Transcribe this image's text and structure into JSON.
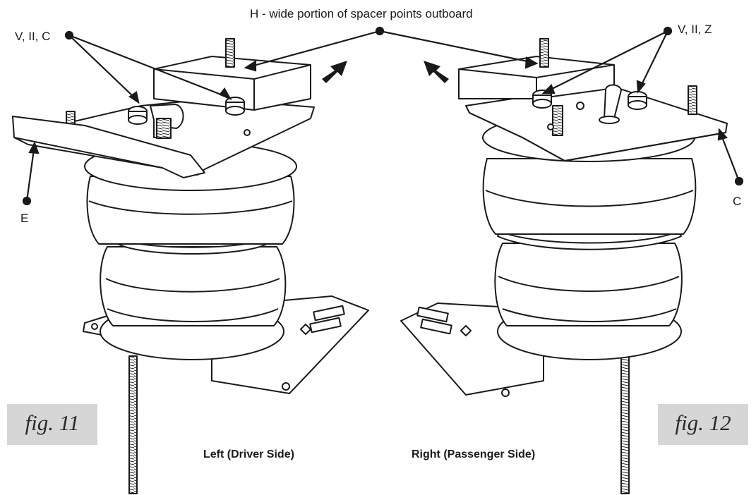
{
  "labels": {
    "top_center": "H - wide portion of spacer points outboard",
    "top_left": "V, II, C",
    "top_right": "V, II, Z",
    "left_e": "E",
    "right_c": "C"
  },
  "captions": {
    "left": "Left (Driver Side)",
    "right": "Right (Passenger Side)"
  },
  "figures": {
    "left": "fig. 11",
    "right": "fig. 12"
  },
  "colors": {
    "line": "#1a1a1a",
    "fill": "#ffffff",
    "fig_box": "#d6d6d6"
  }
}
